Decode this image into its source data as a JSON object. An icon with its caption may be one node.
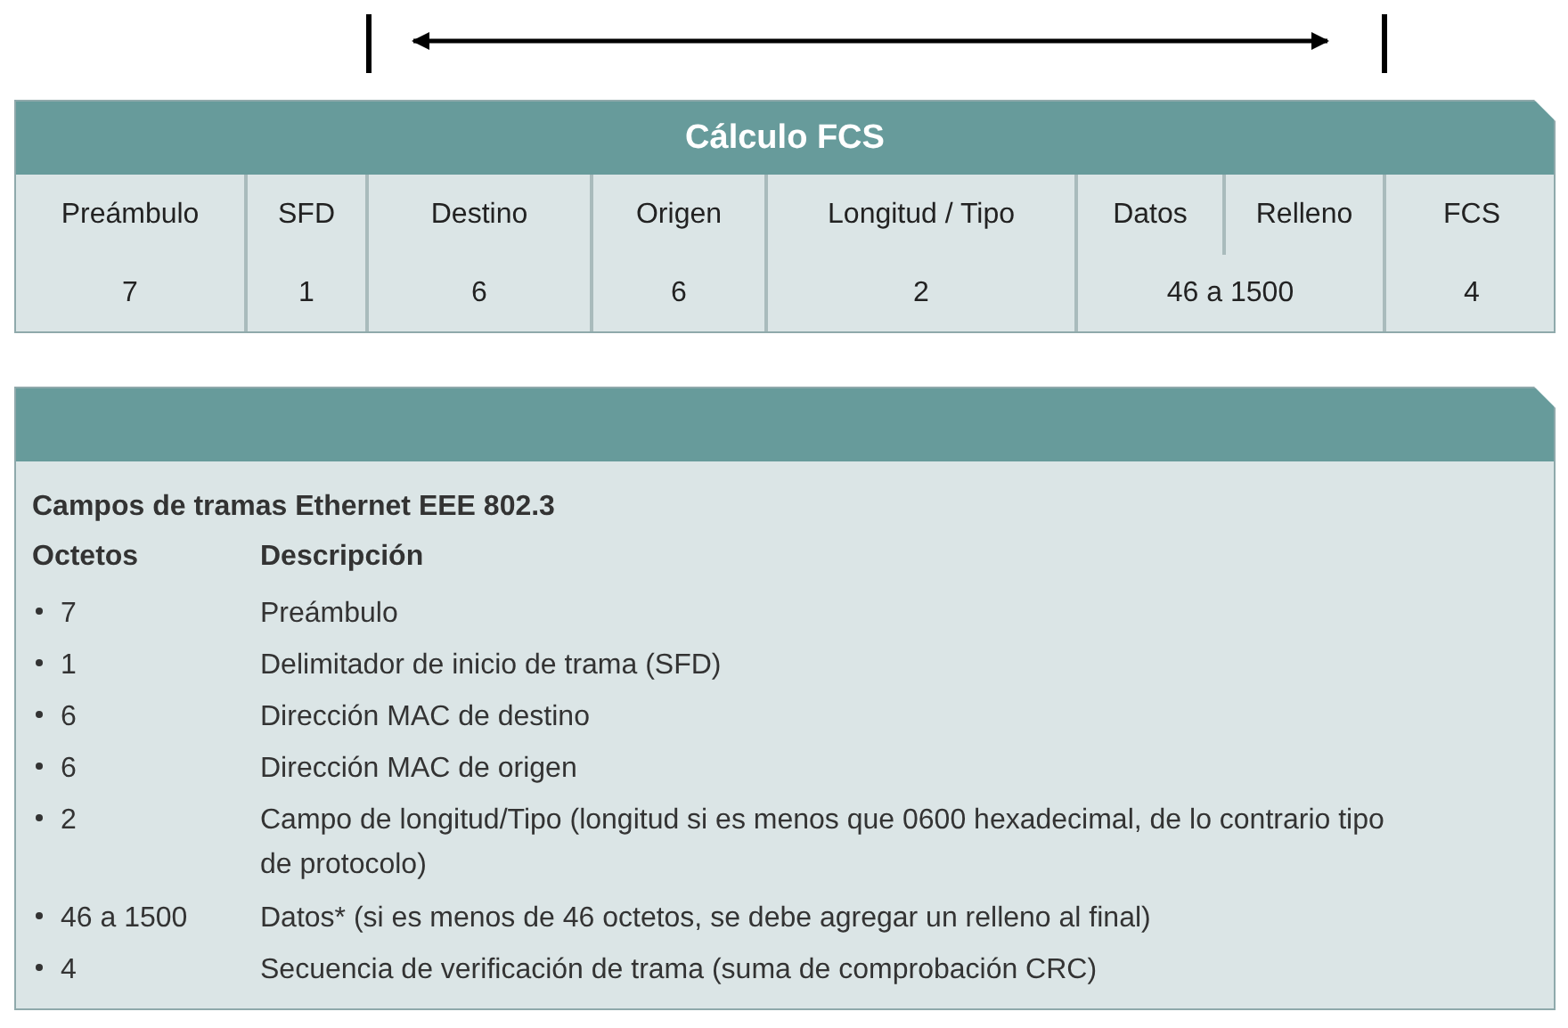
{
  "diagram": {
    "labels": [
      "Cálculo FCS",
      "Preámbulo",
      "SFD",
      "Destino",
      "Origen",
      "Longitud / Tipo",
      "Datos",
      "Relleno",
      "FCS",
      "7",
      "1",
      "6",
      "6",
      "2",
      "46 a 1500",
      "4",
      "Campos de tramas Ethernet EEE 802.3",
      "Octetos",
      "Descripción",
      "7",
      "Preámbulo",
      "1",
      "Delimitador de inicio de trama (SFD)",
      "6",
      "Dirección MAC de destino",
      "6",
      "Dirección MAC de origen",
      "2",
      "Campo de longitud/Tipo (longitud si es menos que 0600 hexadecimal, de lo contrario tipo de protocolo)",
      "46 a 1500",
      "Datos* (si es menos de 46 octetos, se debe agregar un relleno al final)",
      "4",
      "Secuencia de verificación de trama (suma de comprobación CRC)"
    ]
  }
}
